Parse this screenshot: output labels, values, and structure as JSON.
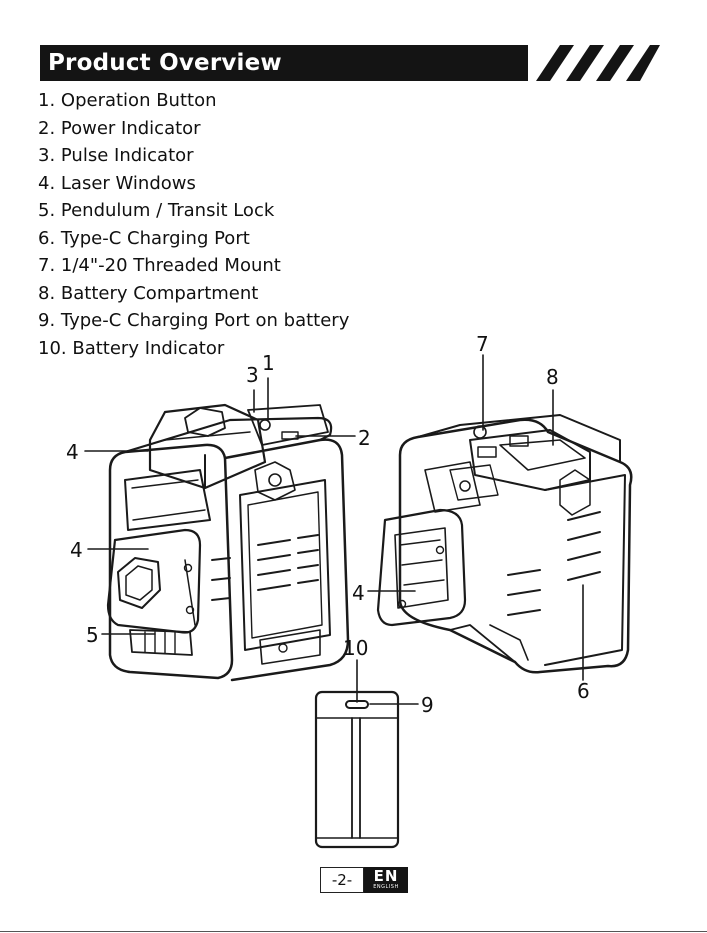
{
  "header": {
    "title": "Product Overview"
  },
  "parts": [
    "1. Operation Button",
    "2. Power Indicator",
    "3. Pulse Indicator",
    "4. Laser Windows",
    "5. Pendulum / Transit Lock",
    "6. Type-C Charging Port",
    "7. 1/4\"-20 Threaded Mount",
    "8. Battery Compartment",
    "9. Type-C Charging Port on battery",
    "10. Battery Indicator"
  ],
  "callouts": {
    "c1": "1",
    "c2": "2",
    "c3": "3",
    "c4a": "4",
    "c4b": "4",
    "c4c": "4",
    "c5": "5",
    "c6": "6",
    "c7": "7",
    "c8": "8",
    "c9": "9",
    "c10": "10"
  },
  "footer": {
    "page": "-2-",
    "lang_code": "EN",
    "lang_name": "ENGLISH"
  }
}
